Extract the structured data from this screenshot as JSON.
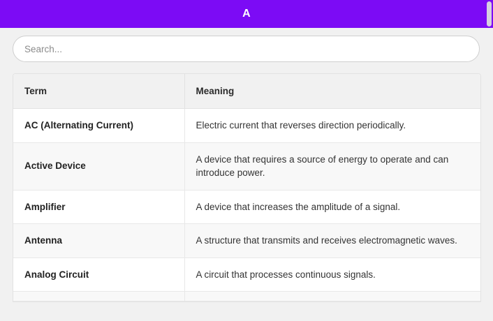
{
  "header": {
    "title": "A",
    "background_color": "#7c0bf5",
    "text_color": "#ffffff"
  },
  "search": {
    "placeholder": "Search...",
    "value": ""
  },
  "scrollbar": {
    "thumb_color": "#d6d0e0"
  },
  "table": {
    "columns": [
      {
        "key": "term",
        "label": "Term"
      },
      {
        "key": "meaning",
        "label": "Meaning"
      }
    ],
    "rows": [
      {
        "term": "AC (Alternating Current)",
        "meaning": "Electric current that reverses direction periodically."
      },
      {
        "term": "Active Device",
        "meaning": "A device that requires a source of energy to operate and can introduce power."
      },
      {
        "term": "Amplifier",
        "meaning": "A device that increases the amplitude of a signal."
      },
      {
        "term": "Antenna",
        "meaning": "A structure that transmits and receives electromagnetic waves."
      },
      {
        "term": "Analog Circuit",
        "meaning": "A circuit that processes continuous signals."
      },
      {
        "term": "",
        "meaning": ""
      }
    ]
  }
}
